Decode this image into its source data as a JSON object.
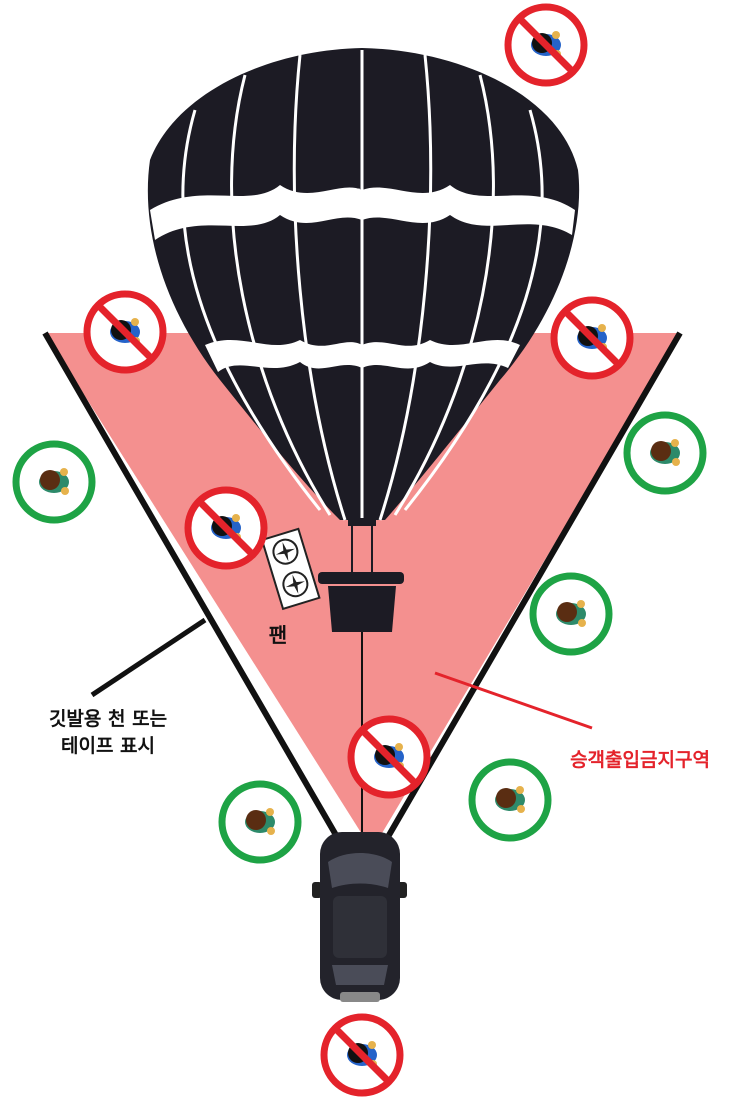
{
  "labels": {
    "balloon": "풍선",
    "fan": "팬",
    "boundary_line1": "깃발용 천 또는",
    "boundary_line2": "테이프 표시",
    "no_entry_zone": "승객출입금지구역"
  },
  "colors": {
    "zone_fill": "#f4908f",
    "balloon_dark": "#1c1b24",
    "prohibited_red": "#e4232b",
    "allowed_green": "#1ea345",
    "boundary_line": "#111111",
    "zone_label": "#e4232b"
  },
  "icons": {
    "prohibited": "person-prohibited-icon",
    "allowed": "person-allowed-icon",
    "fan": "fan-icon",
    "vehicle": "car-icon",
    "balloon": "hot-air-balloon-icon"
  }
}
